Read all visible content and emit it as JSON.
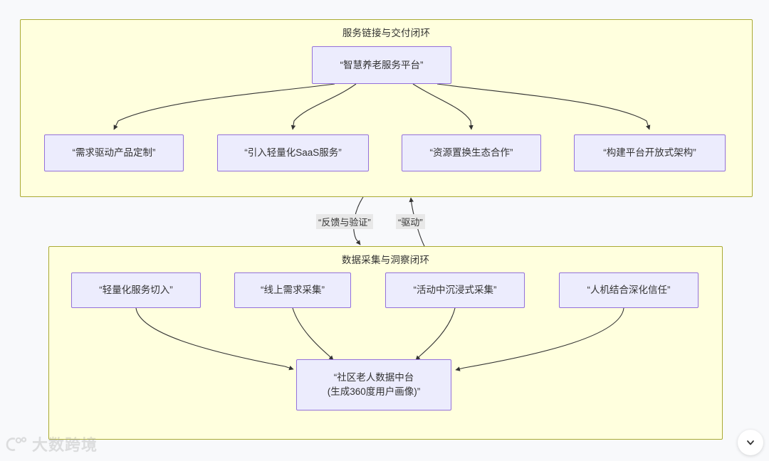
{
  "diagram": {
    "type": "flowchart",
    "subgraphs": [
      {
        "id": "service-loop",
        "title": "服务链接与交付闭环",
        "nodes": [
          {
            "id": "platform",
            "label": "“智慧养老服务平台”"
          },
          {
            "id": "custom",
            "label": "“需求驱动产品定制”"
          },
          {
            "id": "saas",
            "label": "“引入轻量化SaaS服务”"
          },
          {
            "id": "eco",
            "label": "“资源置换生态合作”"
          },
          {
            "id": "open",
            "label": "“构建平台开放式架构”"
          }
        ]
      },
      {
        "id": "data-loop",
        "title": "数据采集与洞察闭环",
        "nodes": [
          {
            "id": "light",
            "label": "“轻量化服务切入”"
          },
          {
            "id": "online",
            "label": "“线上需求采集”"
          },
          {
            "id": "activity",
            "label": "“活动中沉浸式采集”"
          },
          {
            "id": "trust",
            "label": "“人机结合深化信任”"
          },
          {
            "id": "hub",
            "label_line1": "“社区老人数据中台",
            "label_line2": "(生成360度用户画像)”"
          }
        ]
      }
    ],
    "edge_labels": {
      "feedback": "“反馈与验证”",
      "drive": "“驱动”"
    },
    "colors": {
      "page_background": "#f8f9fb",
      "subgraph_fill": "#ffffde",
      "subgraph_border": "#aaaa33",
      "node_fill": "#ececfd",
      "node_border": "#9370db",
      "edge_stroke": "#333333",
      "edge_label_background": "#e8e8e8",
      "text": "#333333"
    }
  },
  "watermark": {
    "text": "大数跨境"
  },
  "controls": {
    "scroll_down_icon": "chevron-down-icon"
  }
}
